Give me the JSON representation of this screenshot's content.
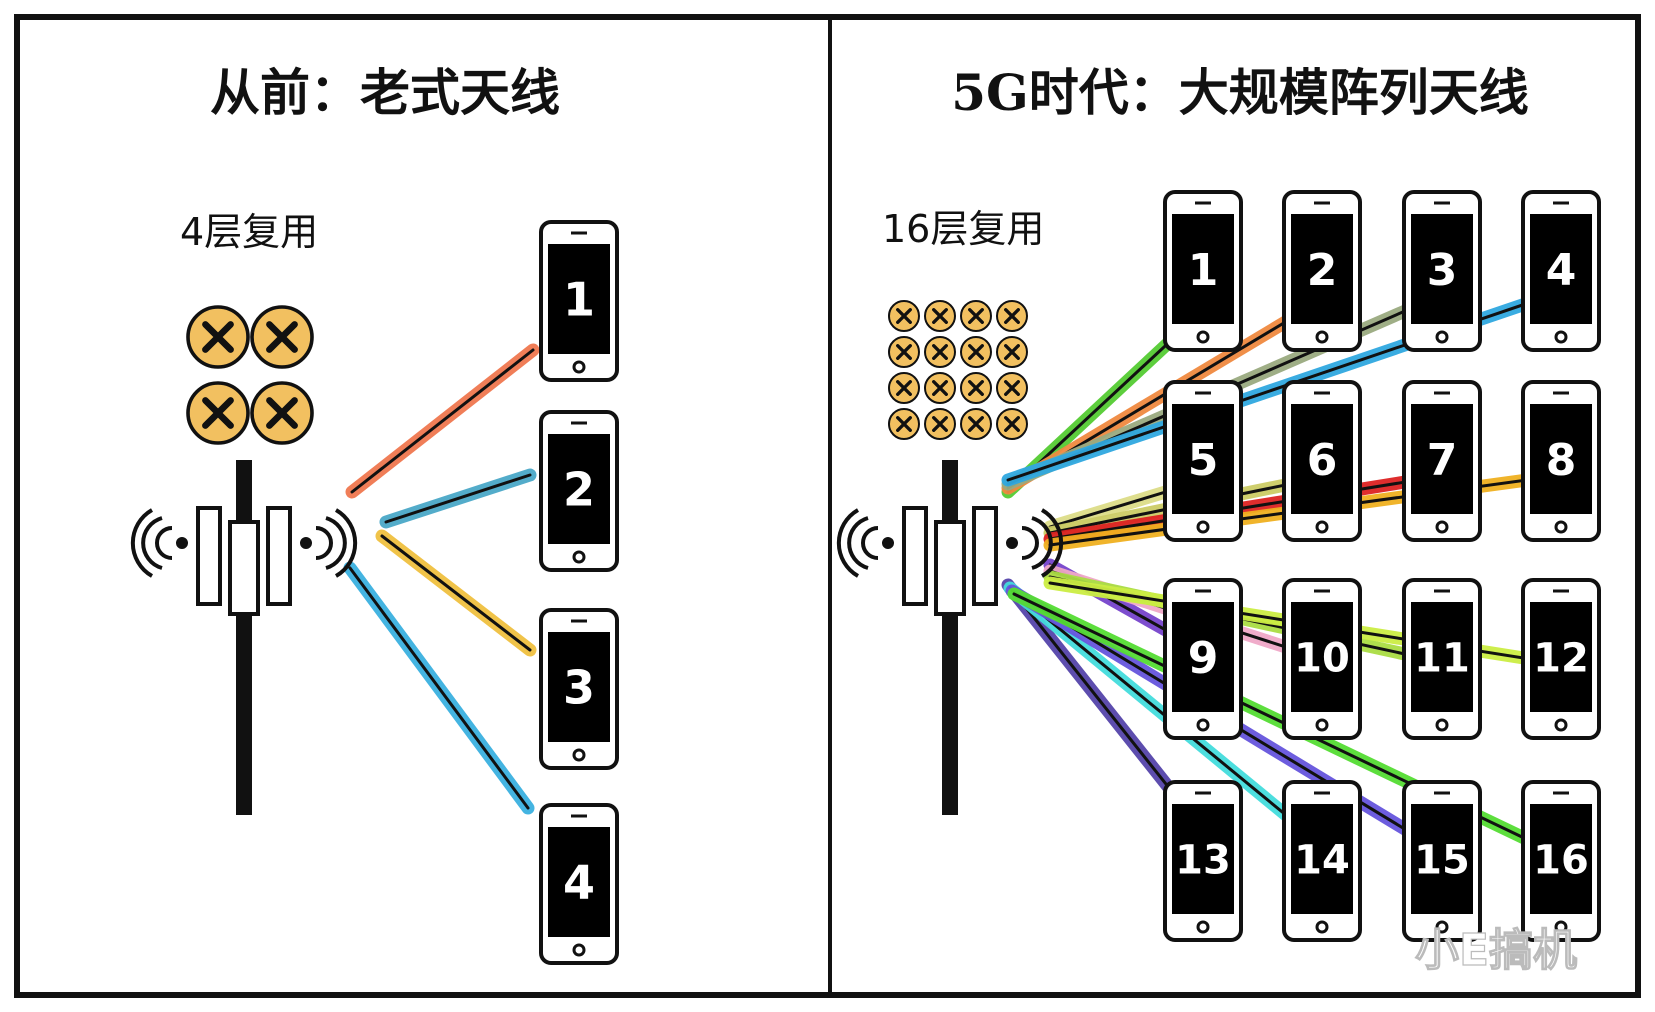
{
  "left_panel": {
    "title": "从前：老式天线",
    "layers_label": "4层复用",
    "antenna_count": 4,
    "phones": [
      {
        "label": "1",
        "beam_color": "#f07850"
      },
      {
        "label": "2",
        "beam_color": "#4aa8c8"
      },
      {
        "label": "3",
        "beam_color": "#f0c040"
      },
      {
        "label": "4",
        "beam_color": "#3ab0e0"
      }
    ]
  },
  "right_panel": {
    "title": "5G时代：大规模阵列天线",
    "layers_label": "16层复用",
    "antenna_count": 16,
    "phones": [
      {
        "label": "1",
        "beam_color": "#55cc33"
      },
      {
        "label": "2",
        "beam_color": "#f08a40"
      },
      {
        "label": "3",
        "beam_color": "#9aaa80"
      },
      {
        "label": "4",
        "beam_color": "#30a8e0"
      },
      {
        "label": "5",
        "beam_color": "#dddd88"
      },
      {
        "label": "6",
        "beam_color": "#cccc66"
      },
      {
        "label": "7",
        "beam_color": "#dd2222"
      },
      {
        "label": "8",
        "beam_color": "#f0b020"
      },
      {
        "label": "9",
        "beam_color": "#7744cc"
      },
      {
        "label": "10",
        "beam_color": "#f0a8c8"
      },
      {
        "label": "11",
        "beam_color": "#aadd44"
      },
      {
        "label": "12",
        "beam_color": "#ccee44"
      },
      {
        "label": "13",
        "beam_color": "#5544aa"
      },
      {
        "label": "14",
        "beam_color": "#44dddd"
      },
      {
        "label": "15",
        "beam_color": "#6655dd"
      },
      {
        "label": "16",
        "beam_color": "#55dd33"
      }
    ]
  },
  "watermark": "小E搞机",
  "colors": {
    "antenna_fill": "#f2c060",
    "border": "#111111"
  }
}
